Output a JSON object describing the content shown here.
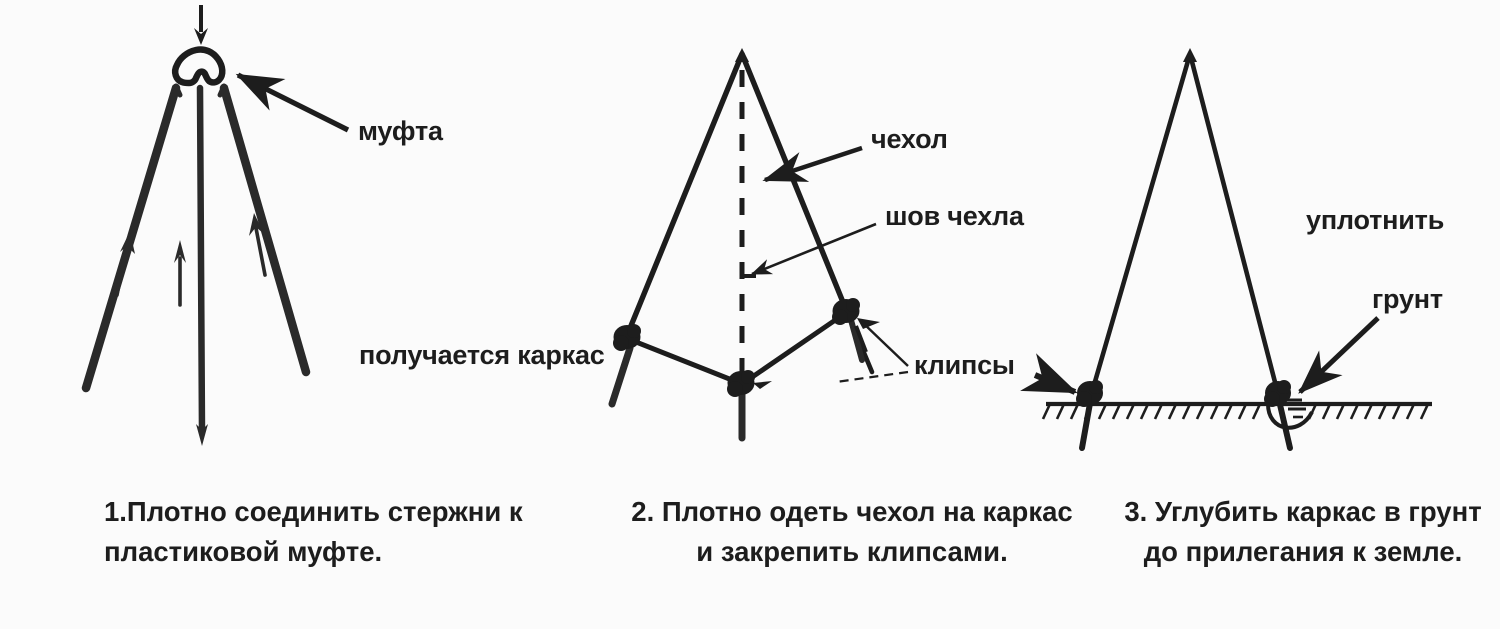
{
  "document": {
    "title": "Инструкция по сборке каркаса",
    "language": "ru",
    "background_color": "#fbfbfb",
    "ink_color": "#1d1d1d"
  },
  "panels": [
    {
      "id": "panel-1",
      "number": "1",
      "caption": "1.Плотно соединить стержни к\nпластиковой муфте.",
      "labels": [
        {
          "name": "mufta",
          "text": "муфта"
        }
      ]
    },
    {
      "id": "panel-2",
      "number": "2",
      "caption": "2. Плотно одеть чехол на каркас\nи  закрепить клипсами.",
      "labels": [
        {
          "name": "poluchaetsya-karkas",
          "text": "получается каркас"
        },
        {
          "name": "chehol",
          "text": "чехол"
        },
        {
          "name": "shov-chehla",
          "text": "шов чехла"
        },
        {
          "name": "klipsy",
          "text": "клипсы"
        }
      ]
    },
    {
      "id": "panel-3",
      "number": "3",
      "caption": "3. Углубить каркас в грунт\nдо прилегания к земле.",
      "labels": [
        {
          "name": "uplotnit",
          "text": "уплотнить"
        },
        {
          "name": "grunt",
          "text": "грунт"
        }
      ]
    }
  ],
  "labels": {
    "mufta": "муфта",
    "poluchaetsya_karkas": "получается каркас",
    "chehol": "чехол",
    "shov_chehla": "шов чехла",
    "klipsy": "клипсы",
    "uplotnit": "уплотнить",
    "grunt": "грунт"
  },
  "captions": {
    "step1": "1.Плотно соединить стержни к\nпластиковой муфте.",
    "step2": "2. Плотно одеть чехол на каркас\nи  закрепить клипсами.",
    "step3": "3. Углубить каркас в грунт\nдо прилегания к земле."
  },
  "icons": {
    "down_arrow": "down-arrow-icon",
    "up_arrow": "up-arrow-icon",
    "leader_arrow": "leader-arrow-icon",
    "coupling": "coupling-icon",
    "clip": "clip-icon",
    "ground_hatch": "ground-hatch-icon"
  }
}
